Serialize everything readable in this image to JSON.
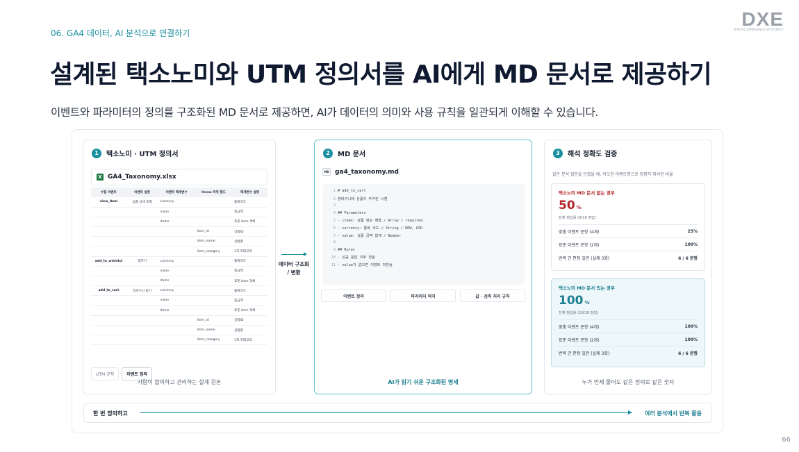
{
  "header": {
    "section_label": "06. GA4 데이터, AI 분석으로 연결하기",
    "logo_mark": "DXE",
    "logo_sub": "DIGITAL EXPERIENCE EFFICIENCY",
    "title": "설계된 택소노미와 UTM 정의서를 AI에게 MD 문서로 제공하기",
    "subtitle": "이벤트와 파라미터의 정의를 구조화된 MD 문서로 제공하면, AI가 데이터의 의미와 사용 규칙을 일관되게 이해할 수 있습니다."
  },
  "card1": {
    "num": "1",
    "title": "택소노미 · UTM 정의서",
    "file_name": "GA4_Taxonomy.xlsx",
    "file_icon": "X",
    "columns": [
      "수집 이벤트",
      "이벤트 설명",
      "이벤트 매개변수",
      "Items 하위 필드",
      "매개변수 설명"
    ],
    "rows": [
      [
        "view_item",
        "상품 상세 조회",
        "currency",
        "",
        "통화코드"
      ],
      [
        "",
        "",
        "value",
        "",
        "총금액"
      ],
      [
        "",
        "",
        "items",
        "",
        "표준 item 객체"
      ],
      [
        "",
        "",
        "",
        "item_id",
        "상품ID"
      ],
      [
        "",
        "",
        "",
        "item_name",
        "상품명"
      ],
      [
        "",
        "",
        "",
        "item_category",
        "1차 카테고리"
      ],
      [
        "add_to_wishlist",
        "찜하기",
        "currency",
        "",
        "통화코드"
      ],
      [
        "",
        "",
        "value",
        "",
        "총금액"
      ],
      [
        "",
        "",
        "items",
        "",
        "표준 item 객체"
      ],
      [
        "add_to_cart",
        "장바구니 담기",
        "currency",
        "",
        "통화코드"
      ],
      [
        "",
        "",
        "value",
        "",
        "총금액"
      ],
      [
        "",
        "",
        "items",
        "",
        "표준 item 객체"
      ],
      [
        "",
        "",
        "",
        "item_id",
        "상품ID"
      ],
      [
        "",
        "",
        "",
        "item_name",
        "상품명"
      ],
      [
        "",
        "",
        "",
        "item_category",
        "1차 카테고리"
      ]
    ],
    "tabs": [
      "UTM 규칙",
      "이벤트 정의"
    ],
    "footer": "사람이 합의하고 관리하는 설계 원본"
  },
  "arrow": {
    "line1": "데이터 구조화",
    "line2": "/ 변환"
  },
  "card2": {
    "num": "2",
    "title": "MD 문서",
    "file_icon": "MD",
    "file_name": "ga4_taxonomy.md",
    "code": [
      {
        "n": "1",
        "t": "# add_to_cart"
      },
      {
        "n": "2",
        "t": "장바구니에 상품이 추가된 시점"
      },
      {
        "n": "3",
        "t": ""
      },
      {
        "n": "4",
        "t": "## Parameters"
      },
      {
        "n": "5",
        "t": "- items: 상품 정보 배열 / Array / required"
      },
      {
        "n": "6",
        "t": "- currency: 통화 코드 / String / KRW, USD"
      },
      {
        "n": "7",
        "t": "- value: 상품 금액 합계 / Number"
      },
      {
        "n": "8",
        "t": ""
      },
      {
        "n": "9",
        "t": "## Rules"
      },
      {
        "n": "10",
        "t": "- 성공 응답 이후 전송"
      },
      {
        "n": "11",
        "t": "- value가 없으면 이벤트 미전송"
      }
    ],
    "buttons": [
      "이벤트 정의",
      "파라미터 의미",
      "값 · 검측 처리 규칙"
    ],
    "footer": "AI가 읽기 쉬운 구조화된 명세"
  },
  "card3": {
    "num": "3",
    "title": "해석 정확도 검증",
    "desc": "같은 분석 질문을 던졌을 때, 의도한 이벤트명으로 정확히 해석한 비율",
    "bad": {
      "head": "택소노미 MD 문서 없는 경우",
      "pct": "50",
      "unit": "%",
      "note": "전체 정답률 (9/18 정답)",
      "rows": [
        {
          "label": "맞춤 이벤트 문항 (4개)",
          "value": "25%"
        },
        {
          "label": "표준 이벤트 문항 (2개)",
          "value": "100%"
        },
        {
          "label": "반복 간 판정 일관 (실제 3회)",
          "value": "6 / 6 문항"
        }
      ]
    },
    "good": {
      "head": "택소노미 MD 문서 있는 경우",
      "pct": "100",
      "unit": "%",
      "note": "전체 정답률 (18/18 정답)",
      "rows": [
        {
          "label": "맞춤 이벤트 문항 (4개)",
          "value": "100%"
        },
        {
          "label": "표준 이벤트 문항 (2개)",
          "value": "100%"
        },
        {
          "label": "반복 간 판정 일관 (실제 3회)",
          "value": "6 / 6 문항"
        }
      ]
    },
    "footer": "누가 언제 물어도 같은 정의로 같은 숫자"
  },
  "bottom": {
    "left": "한 번 정의하고",
    "right": "여러 분석에서 반복 활용"
  },
  "page_number": "66",
  "colors": {
    "accent": "#1b8fa0",
    "negative": "#b3262b"
  }
}
